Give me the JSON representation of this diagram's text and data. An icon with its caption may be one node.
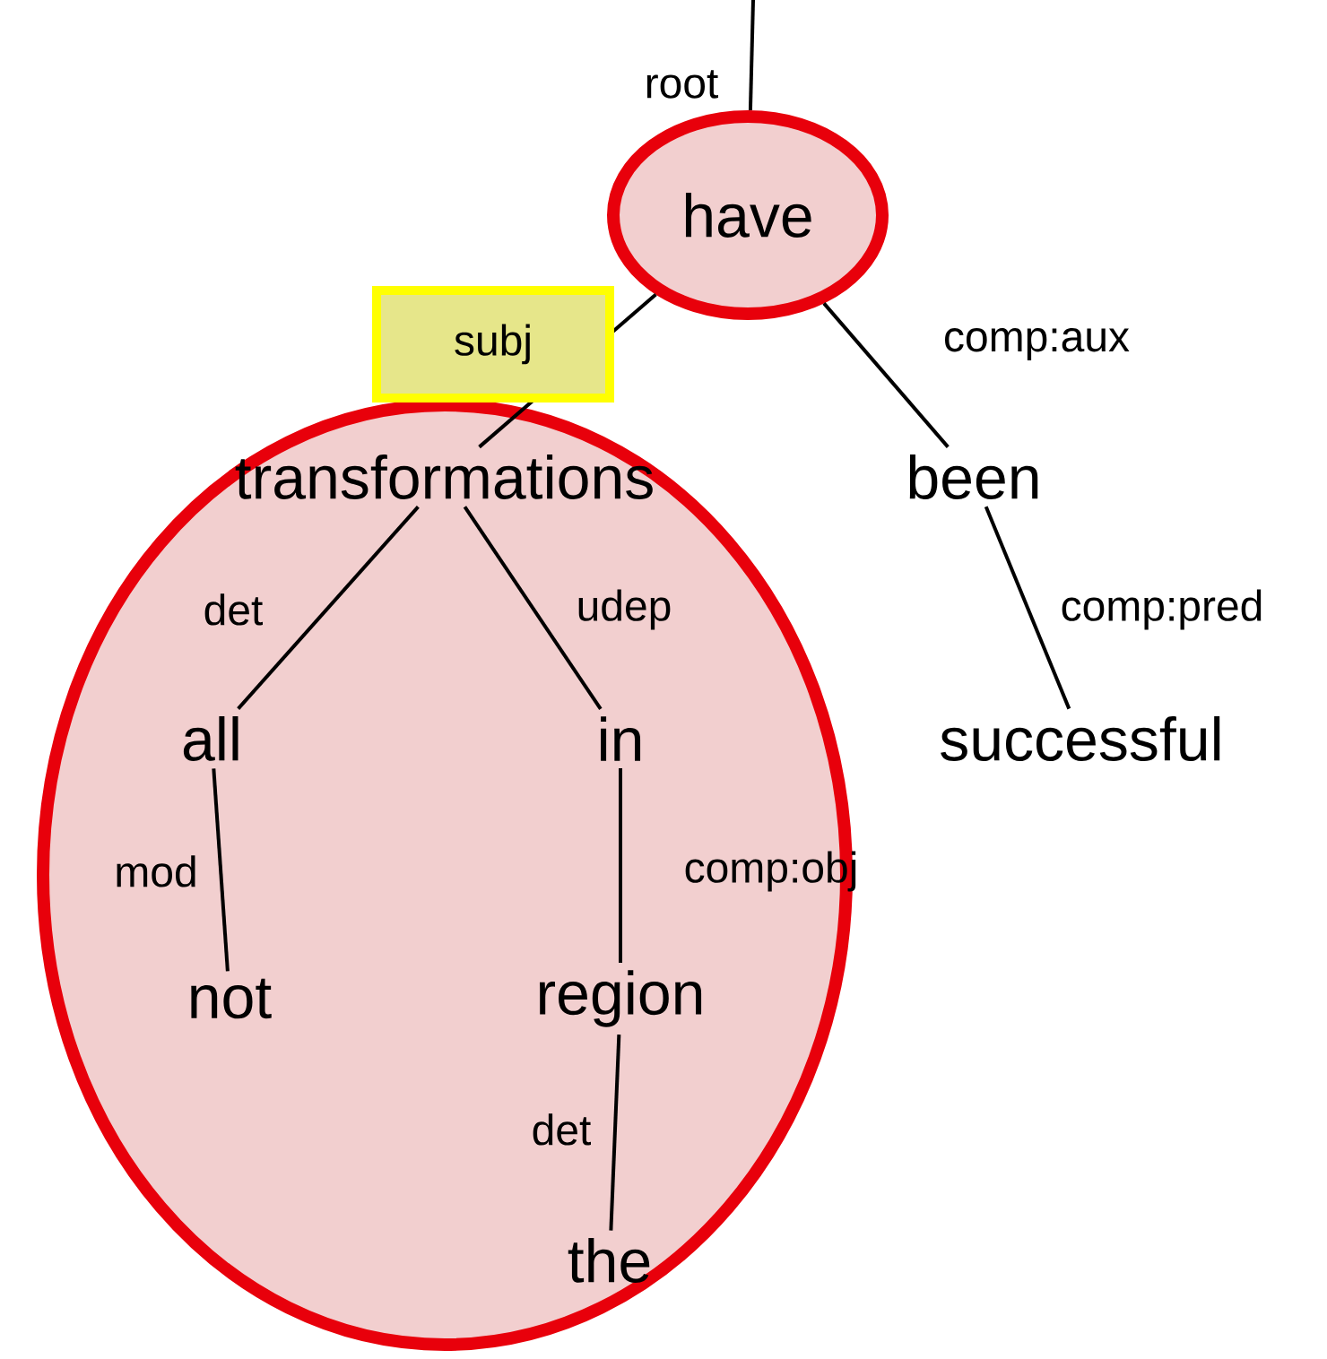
{
  "diagram": {
    "nodes": [
      {
        "text": [
          "have"
        ]
      },
      {
        "text": [
          "transformations"
        ]
      },
      {
        "text": [
          "been"
        ]
      },
      {
        "text": [
          "all"
        ]
      },
      {
        "text": [
          "in"
        ]
      },
      {
        "text": [
          "successful"
        ]
      },
      {
        "text": [
          "not"
        ]
      },
      {
        "text": [
          "region"
        ]
      },
      {
        "text": [
          "the"
        ]
      }
    ],
    "edges": [
      {
        "from": null,
        "to": 0,
        "arrow": "none",
        "label": "root"
      },
      {
        "from": 0,
        "to": 1,
        "arrow": "none",
        "label": "subj"
      },
      {
        "from": 0,
        "to": 2,
        "arrow": "none",
        "label": "comp:aux"
      },
      {
        "from": 1,
        "to": 3,
        "arrow": "none",
        "label": "det"
      },
      {
        "from": 1,
        "to": 4,
        "arrow": "none",
        "label": "udep"
      },
      {
        "from": 2,
        "to": 5,
        "arrow": "none",
        "label": "comp:pred"
      },
      {
        "from": 3,
        "to": 6,
        "arrow": "none",
        "label": "mod"
      },
      {
        "from": 4,
        "to": 7,
        "arrow": "none",
        "label": "comp:obj"
      },
      {
        "from": 7,
        "to": 8,
        "arrow": "none",
        "label": "det"
      }
    ]
  }
}
